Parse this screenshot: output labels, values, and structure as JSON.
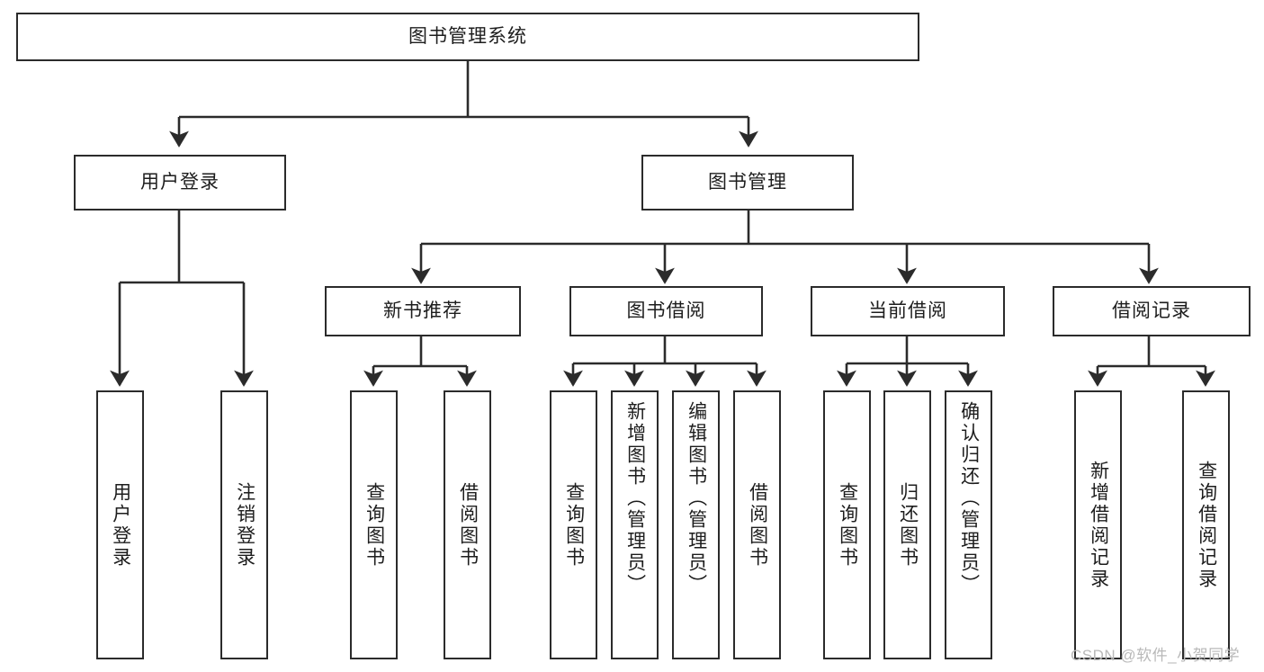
{
  "diagram": {
    "title": "图书管理系统",
    "type": "tree-hierarchy-diagram",
    "colors": {
      "box_border": "#2b2b2b",
      "box_fill": "#ffffff",
      "connector": "#2b2b2b",
      "text": "#1d1d1d",
      "watermark": "#b9b9b9",
      "background": "#ffffff"
    },
    "root": {
      "label": "图书管理系统"
    },
    "level2": [
      {
        "label": "用户登录"
      },
      {
        "label": "图书管理"
      }
    ],
    "level3": [
      {
        "label": "新书推荐"
      },
      {
        "label": "图书借阅"
      },
      {
        "label": "当前借阅"
      },
      {
        "label": "借阅记录"
      }
    ],
    "leaves": {
      "user_login": [
        {
          "label": "用户登录"
        },
        {
          "label": "注销登录"
        }
      ],
      "new_book_recommend": [
        {
          "label": "查询图书"
        },
        {
          "label": "借阅图书"
        }
      ],
      "book_borrow": [
        {
          "label": "查询图书"
        },
        {
          "label": "新增图书（管理员）"
        },
        {
          "label": "编辑图书（管理员）"
        },
        {
          "label": "借阅图书"
        }
      ],
      "current_borrow": [
        {
          "label": "查询图书"
        },
        {
          "label": "归还图书"
        },
        {
          "label": "确认归还（管理员）"
        }
      ],
      "borrow_record": [
        {
          "label": "新增借阅记录"
        },
        {
          "label": "查询借阅记录"
        }
      ]
    },
    "watermark": "CSDN @软件_小贺同学"
  }
}
